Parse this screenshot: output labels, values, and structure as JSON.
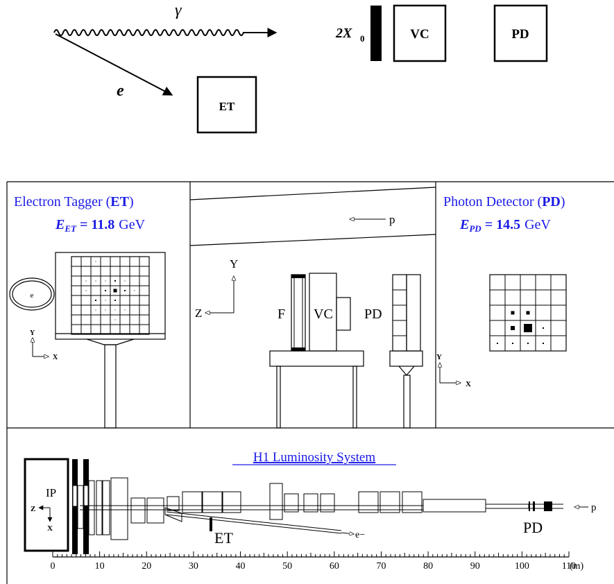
{
  "top_schematic": {
    "photon_symbol": "γ",
    "electron_symbol": "e",
    "radiator_label": "2X",
    "radiator_subscript": "0",
    "vc_box": "VC",
    "pd_box": "PD",
    "et_box": "ET"
  },
  "electron_tagger_panel": {
    "title_prefix": "Electron Tagger (",
    "title_abbrev": "ET",
    "title_suffix": ")",
    "energy_symbol": "E",
    "energy_subscript": "ET",
    "energy_eq": " = 11.8",
    "energy_unit": "GeV",
    "beampipe_label": "e",
    "axis_y": "Y",
    "axis_x": "X"
  },
  "side_view_panel": {
    "proton_label": "p",
    "axis_y": "Y",
    "axis_z": "Z",
    "filter_label": "F",
    "vc_label": "VC",
    "pd_label": "PD"
  },
  "photon_detector_panel": {
    "title_prefix": "Photon Detector (",
    "title_abbrev": "PD",
    "title_suffix": ")",
    "energy_symbol": "E",
    "energy_subscript": "PD",
    "energy_eq": " = 14.5",
    "energy_unit": "GeV",
    "axis_y": "Y",
    "axis_x": "X"
  },
  "luminosity_system": {
    "title": "H1 Luminosity System",
    "ip_label": "IP",
    "axis_z": "Z",
    "axis_x": "X",
    "et_label": "ET",
    "pd_label": "PD",
    "electron_label": "e−",
    "proton_label": "p",
    "scale_ticks": [
      "0",
      "10",
      "20",
      "30",
      "40",
      "50",
      "60",
      "70",
      "80",
      "90",
      "100",
      "110"
    ],
    "scale_unit": "(m)"
  },
  "colors": {
    "title_blue": "#1a1ae6",
    "line": "#000000"
  }
}
